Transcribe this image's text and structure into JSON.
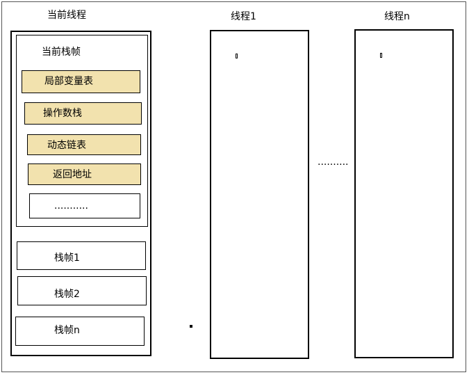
{
  "current_thread": {
    "title": "当前线程",
    "current_frame": {
      "title": "当前栈帧",
      "items": [
        "局部变量表",
        "操作数栈",
        "动态链表",
        "返回地址",
        "..........."
      ]
    },
    "frames": [
      "栈帧1",
      "栈帧2",
      "栈帧n"
    ]
  },
  "thread_1": {
    "title": "线程1"
  },
  "thread_n": {
    "title": "线程n"
  },
  "between_threads_ellipsis": "..........",
  "colors": {
    "item_fill": "#f2e2ae",
    "border": "#000000"
  }
}
